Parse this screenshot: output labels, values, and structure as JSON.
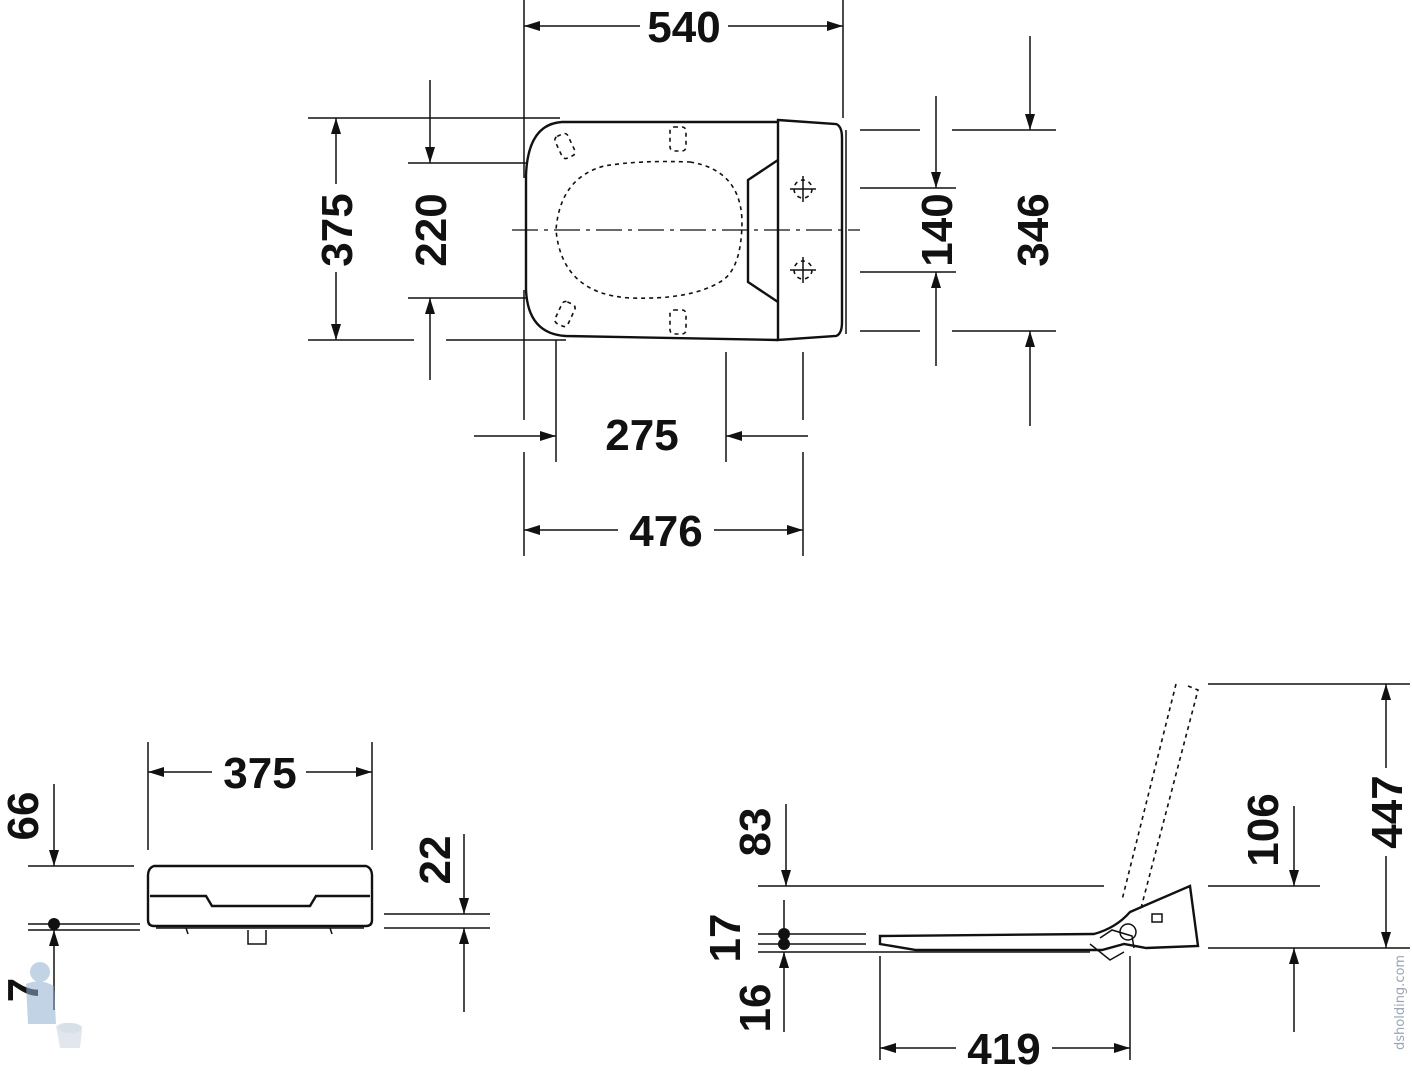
{
  "drawing": {
    "top_view": {
      "overall_length": "540",
      "overall_width": "375",
      "opening_width": "220",
      "hinge_spacing": "140",
      "hinge_width": "346",
      "opening_length": "275",
      "seat_length": "476"
    },
    "front_view": {
      "width": "375",
      "height_offset": "66",
      "thickness": "22",
      "base_offset": "7"
    },
    "side_view": {
      "seat_height": "83",
      "seat_thickness": "17",
      "base_gap": "16",
      "lid_depth": "419",
      "hinge_height": "106",
      "open_height": "447"
    }
  },
  "watermark": "dsholding.com"
}
